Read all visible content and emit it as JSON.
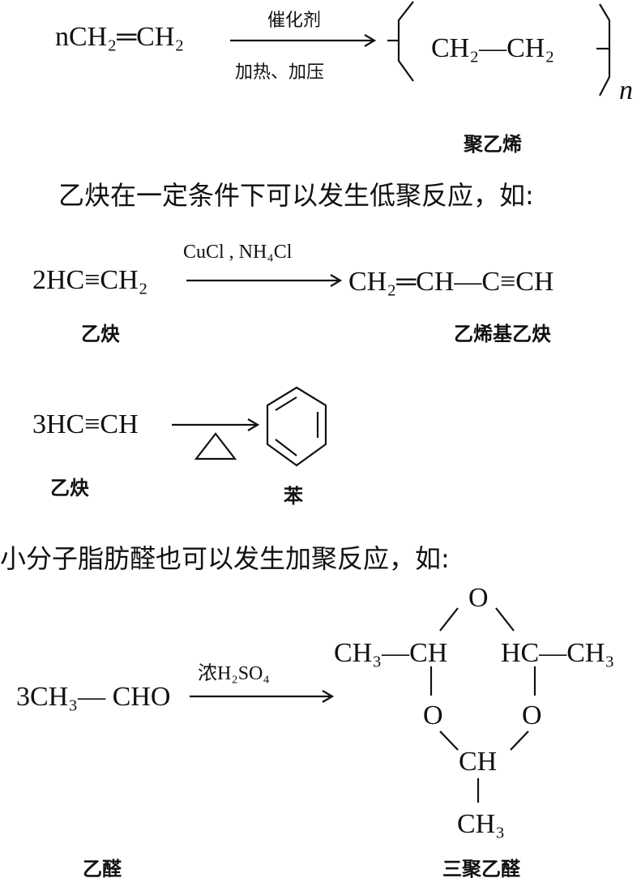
{
  "reaction1": {
    "reactant": "nCH₂═CH₂",
    "condition_top": "催化剂",
    "condition_bottom": "加热、加压",
    "product": "CH₂—CH₂",
    "subscript": "n",
    "label": "聚乙烯"
  },
  "sentence1": "乙炔在一定条件下可以发生低聚反应，如:",
  "reaction2": {
    "reactant": "2HC≡CH₂",
    "condition_top": "CuCl , NH₄Cl",
    "product": "CH₂═CH—C≡CH",
    "reactant_label": "乙炔",
    "product_label": "乙烯基乙炔"
  },
  "reaction3": {
    "reactant": "3HC≡CH",
    "reactant_label": "乙炔",
    "product_label": "苯"
  },
  "sentence2": "小分子脂肪醛也可以发生加聚反应，如:",
  "reaction4": {
    "reactant": "3CH₃— CHO",
    "condition_top": "浓H₂SO₄",
    "ring": {
      "o_top": "O",
      "left": "CH₃—CH",
      "right": "HC—CH₃",
      "o_left": "O",
      "o_right": "O",
      "ch_bottom": "CH",
      "ch3_bottom": "CH₃"
    },
    "reactant_label": "乙醛",
    "product_label": "三聚乙醛"
  }
}
